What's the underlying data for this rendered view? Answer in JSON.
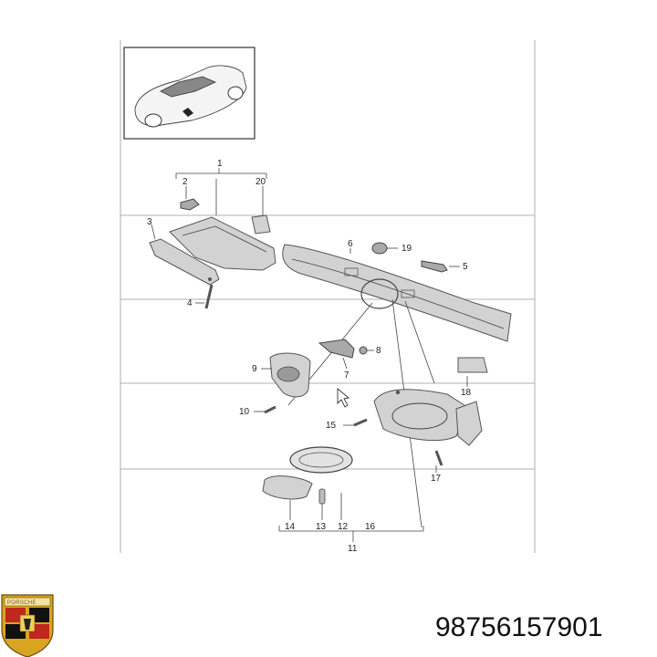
{
  "diagram": {
    "callouts": {
      "c1": "1",
      "c2": "2",
      "c3": "3",
      "c4": "4",
      "c5": "5",
      "c6": "6",
      "c7": "7",
      "c8": "8",
      "c9": "9",
      "c10": "10",
      "c11": "11",
      "c12": "12",
      "c13": "13",
      "c14": "14",
      "c15": "15",
      "c16": "16",
      "c17": "17",
      "c18": "18",
      "c19": "19",
      "c20": "20"
    }
  },
  "footer": {
    "part_number": "98756157901",
    "logo_word": "PORSCHE"
  },
  "colors": {
    "part_fill": "#d2d2d2",
    "outline": "#555555",
    "logo_gold": "#d9a520",
    "logo_red": "#c0271e"
  }
}
